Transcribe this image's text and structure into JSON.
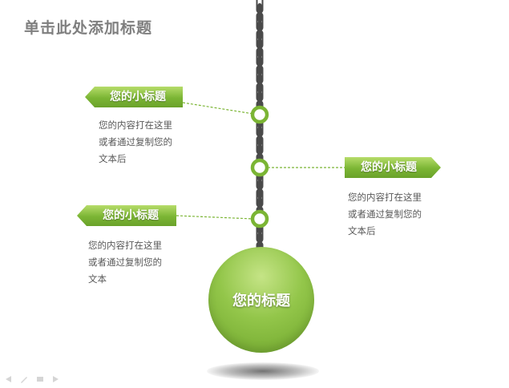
{
  "title": "单击此处添加标题",
  "items": [
    {
      "heading": "您的小标题",
      "lines": [
        "您的内容打在这里",
        "或者通过复制您的",
        "文本后"
      ]
    },
    {
      "heading": "您的小标题",
      "lines": [
        "您的内容打在这里",
        "或者通过复制您的",
        "文本后"
      ]
    },
    {
      "heading": "您的小标题",
      "lines": [
        "您的内容打在这里",
        "或者通过复制您的",
        "文本"
      ]
    }
  ],
  "center_label": "您的标题",
  "icons": [
    "arrow-left-icon",
    "pen-icon",
    "menu-icon",
    "arrow-right-icon"
  ],
  "colors": {
    "accent": "#7bb534",
    "chain": "#4a4a4a",
    "title": "#7f7f7f",
    "text": "#595959"
  }
}
